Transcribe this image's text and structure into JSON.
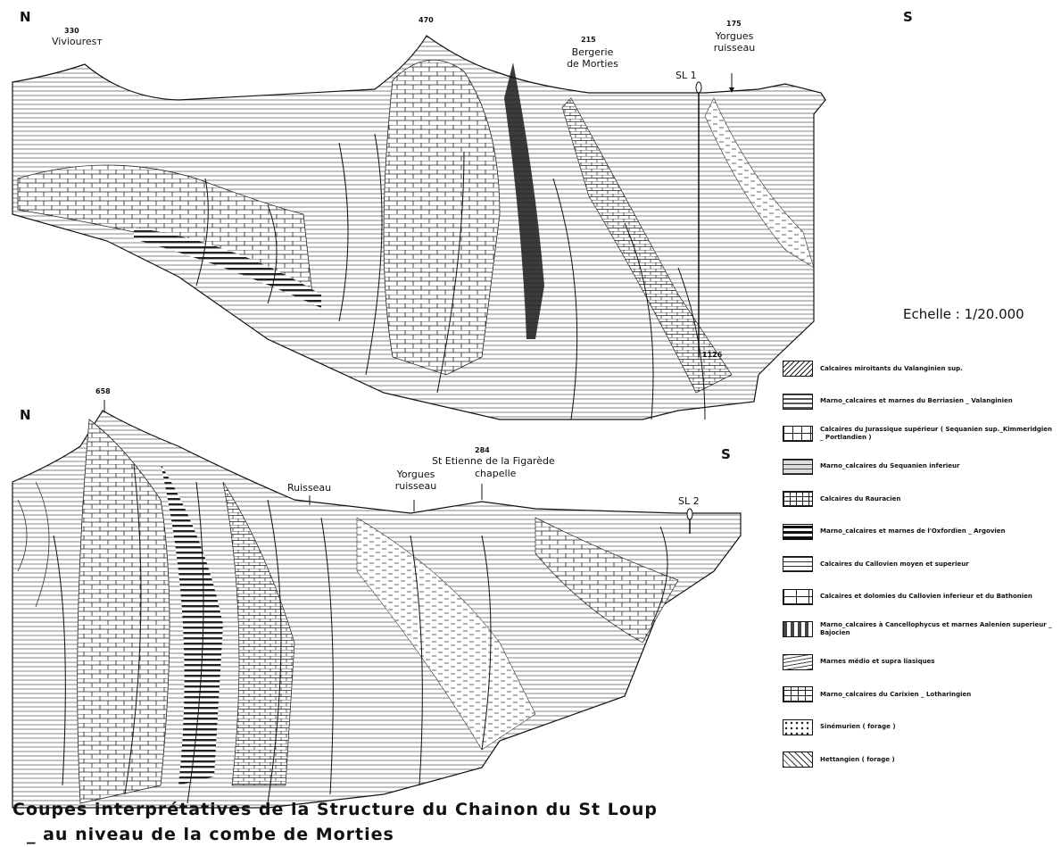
{
  "sections": {
    "top": {
      "north": "N",
      "south": "S",
      "points": [
        {
          "elev": "330",
          "name": "Viviouresт"
        },
        {
          "elev": "470",
          "name": ""
        },
        {
          "elev": "215",
          "name": "Bergerie de Morties"
        },
        {
          "elev": "175",
          "name": "Yorgues ruisseau"
        }
      ],
      "well": "SL 1",
      "well_depth": "1126"
    },
    "bottom": {
      "north": "N",
      "south": "S",
      "summit_elev": "658",
      "ruisseau": "Ruisseau",
      "yorgues": "Yorgues ruisseau",
      "chapel_elev": "284",
      "chapel_name": "St Etienne de la Figarède",
      "chapel_sub": "chapelle",
      "well": "SL 2"
    }
  },
  "scale": "Echelle : 1/20.000",
  "legend": [
    {
      "label": "Calcaires miroitants du Valanginien sup.",
      "pattern": "hatch"
    },
    {
      "label": "Marno_calcaires et marnes du Berriasien _ Valanginien",
      "pattern": "marl-dark"
    },
    {
      "label": "Calcaires du Jurassique supérieur ( Sequanien sup._Kimmeridgien _ Portlandien )",
      "pattern": "brick"
    },
    {
      "label": "Marno_calcaires du Sequanien inferieur",
      "pattern": "brick-dash"
    },
    {
      "label": "Calcaires du Rauracien",
      "pattern": "brick-small"
    },
    {
      "label": "Marno_calcaires et marnes de l'Oxfordien _ Argovien",
      "pattern": "dark-band"
    },
    {
      "label": "Calcaires du Callovien moyen et superieur",
      "pattern": "dash-lines"
    },
    {
      "label": "Calcaires et dolomies du Callovien inferieur et du Bathonien",
      "pattern": "brick-wide"
    },
    {
      "label": "Marno_calcaires à Cancellophycus et marnes Aalenien superieur _ Bajocien",
      "pattern": "dashes"
    },
    {
      "label": "Marnes médio et supra liasiques",
      "pattern": "wavy"
    },
    {
      "label": "Marno_calcaires du Carixien _ Lotharingien",
      "pattern": "brick-dots"
    },
    {
      "label": "Sinémurien  ( forage )",
      "pattern": "dots"
    },
    {
      "label": "Hettangien  ( forage )",
      "pattern": "squiggle"
    }
  ],
  "caption_line1": "Coupes interprétatives de la Structure du Chainon du St Loup",
  "caption_line2": "_ au niveau de la combe de Morties"
}
